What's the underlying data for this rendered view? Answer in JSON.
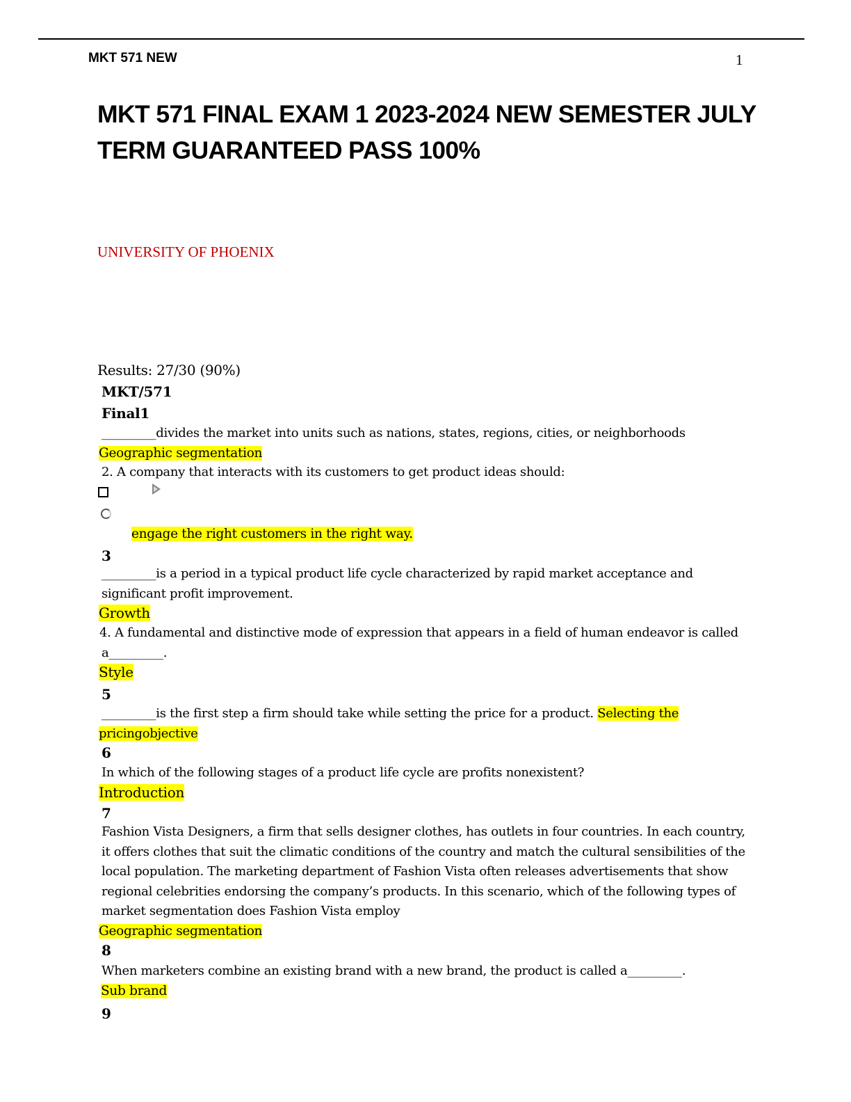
{
  "header": {
    "left": "MKT 571 NEW",
    "page_number": "1"
  },
  "title": {
    "line1": "MKT 571 FINAL EXAM 1 2023-2024 NEW SEMESTER JULY",
    "line2": "TERM GUARANTEED PASS 100%"
  },
  "university": "UNIVERSITY OF PHOENIX",
  "results": "Results: 27/30 (90%)",
  "course": "MKT/571",
  "exam": "Final1",
  "q1": {
    "text": "_________divides the market into units such as nations, states, regions, cities, or neighborhoods",
    "answer": "Geographic segmentation"
  },
  "q2": {
    "text": "2. A company that interacts with its customers to get product ideas should:",
    "answer": "engage the right customers in the right way."
  },
  "q3": {
    "num": "3",
    "line1": "_________is a period in a typical product life cycle characterized by rapid market acceptance and",
    "line2": "significant profit improvement.",
    "answer": "Growth"
  },
  "q4": {
    "line1": "4. A fundamental and distinctive mode of expression that appears in a field of human endeavor is called",
    "line2": "a_________.",
    "answer": "Style"
  },
  "q5": {
    "num": "5",
    "text": "_________is the first step a firm should take while setting the price for a product. ",
    "answer_part1": "Selecting the ",
    "answer_part2": "pricingobjective"
  },
  "q6": {
    "num": "6",
    "text": "In which of the following stages of a product life cycle are profits nonexistent?",
    "answer": "Introduction"
  },
  "q7": {
    "num": "7",
    "lines": [
      "Fashion Vista Designers, a firm that sells designer clothes, has outlets in four countries. In each country,",
      "it offers clothes that suit the climatic conditions of the country and match the cultural sensibilities of the",
      "local population. The marketing department of Fashion Vista often releases advertisements that show",
      "regional celebrities endorsing the company’s products. In this scenario, which of the following types of",
      "market segmentation does Fashion Vista employ"
    ],
    "answer": "Geographic segmentation"
  },
  "q8": {
    "num": "8",
    "text": "When marketers combine an existing brand with a new brand, the product is called a_________.",
    "answer": "Sub brand"
  },
  "q9": {
    "num": "9"
  },
  "icons": {
    "checkbox": "checkbox-icon",
    "play": "play-triangle-icon",
    "radio": "radio-loading-icon"
  },
  "colors": {
    "highlight": "#ffff00",
    "university": "#c00000"
  }
}
